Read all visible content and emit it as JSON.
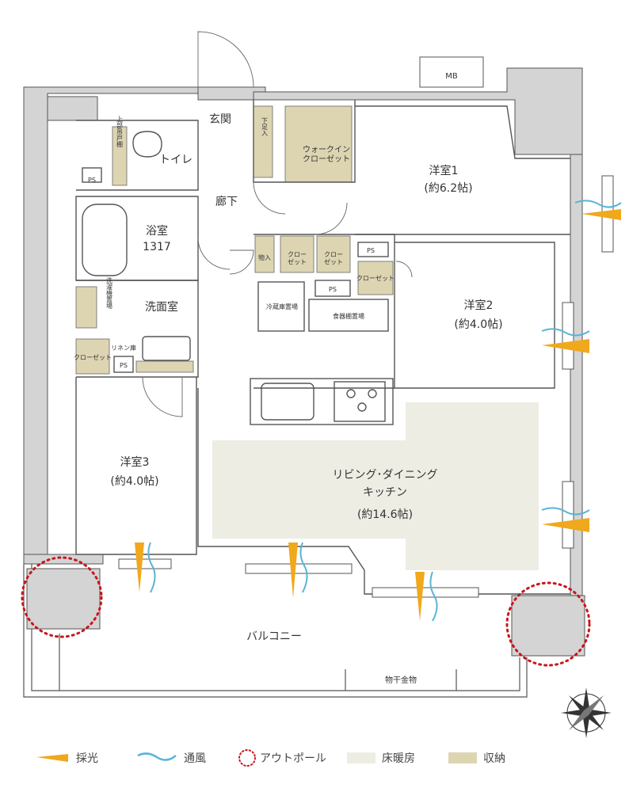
{
  "rooms": {
    "genkan": "玄関",
    "geta": "下足入",
    "walkin_1": "ウォークイン",
    "walkin_2": "クローゼット",
    "yoshitsu1": "洋室1",
    "yoshitsu1_size": "(約6.2帖)",
    "toilet": "トイレ",
    "ps": "PS",
    "toilet_storage": "上部吊戸棚",
    "rouka": "廊下",
    "yokushitsu": "浴室",
    "yokushitsu_size": "1317",
    "monoire": "物入",
    "closet_a": "クロー\nゼット",
    "closet_b": "クロー\nゼット",
    "closet_c": "クローゼット",
    "closet_left": "クローゼット",
    "yoshitsu2": "洋室2",
    "yoshitsu2_size": "(約4.0帖)",
    "senmenshitsu": "洗面室",
    "washer": "洗濯機置場",
    "linen": "リネン庫",
    "fridge": "冷蔵庫置場",
    "dish": "食器棚置場",
    "yoshitsu3": "洋室3",
    "yoshitsu3_size": "(約4.0帖)",
    "ldk_1": "リビング･ダイニング",
    "ldk_2": "キッチン",
    "ldk_size": "(約14.6帖)",
    "balcony": "バルコニー",
    "monohoshi": "物干金物",
    "mb": "MB"
  },
  "legend": [
    {
      "label": "採光",
      "type": "light",
      "color": "#f0a81c"
    },
    {
      "label": "通風",
      "type": "wind",
      "color": "#5ab4d6"
    },
    {
      "label": "アウトポール",
      "type": "pole",
      "color": "#c8161d"
    },
    {
      "label": "床暖房",
      "type": "floorheat",
      "color": "#eeede4"
    },
    {
      "label": "収納",
      "type": "storage",
      "color": "#ddd5b2"
    }
  ],
  "colors": {
    "wall": "#d4d4d4",
    "line": "#555555",
    "floor_heating": "#eeede4",
    "storage": "#ddd5b2",
    "light": "#f0a81c",
    "wind": "#5ab4d6",
    "pole": "#c8161d"
  }
}
